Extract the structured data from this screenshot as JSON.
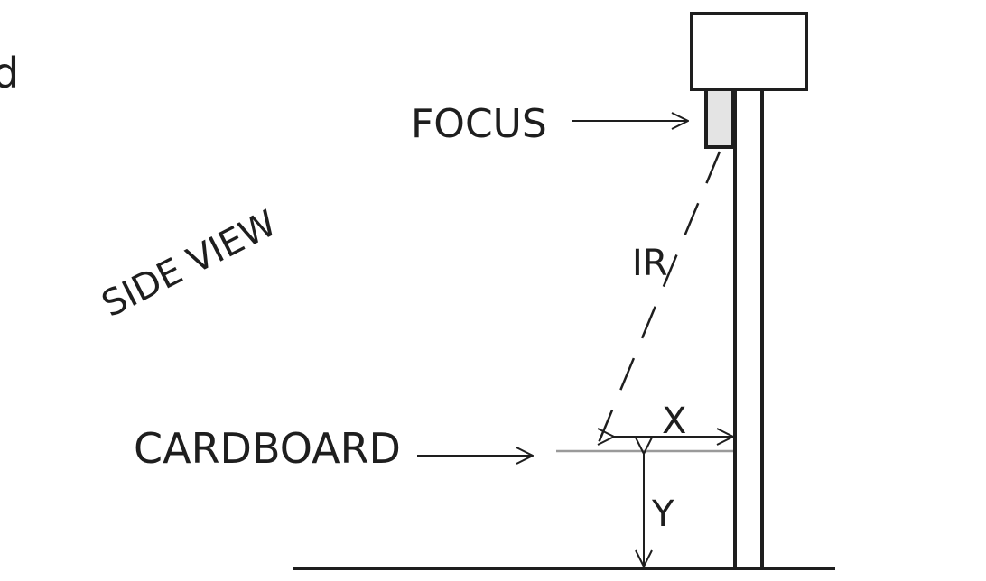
{
  "diagram": {
    "edge_text": "d",
    "view_label": "SIDE VIEW",
    "focus_label": "FOCUS",
    "ir_label": "IR",
    "cardboard_label": "CARDBOARD",
    "x_label": "X",
    "y_label": "Y"
  },
  "colors": {
    "ink": "#1e1e1e",
    "cardboard": "#9a9a9a",
    "sensor_fill": "#e4e4e4"
  }
}
